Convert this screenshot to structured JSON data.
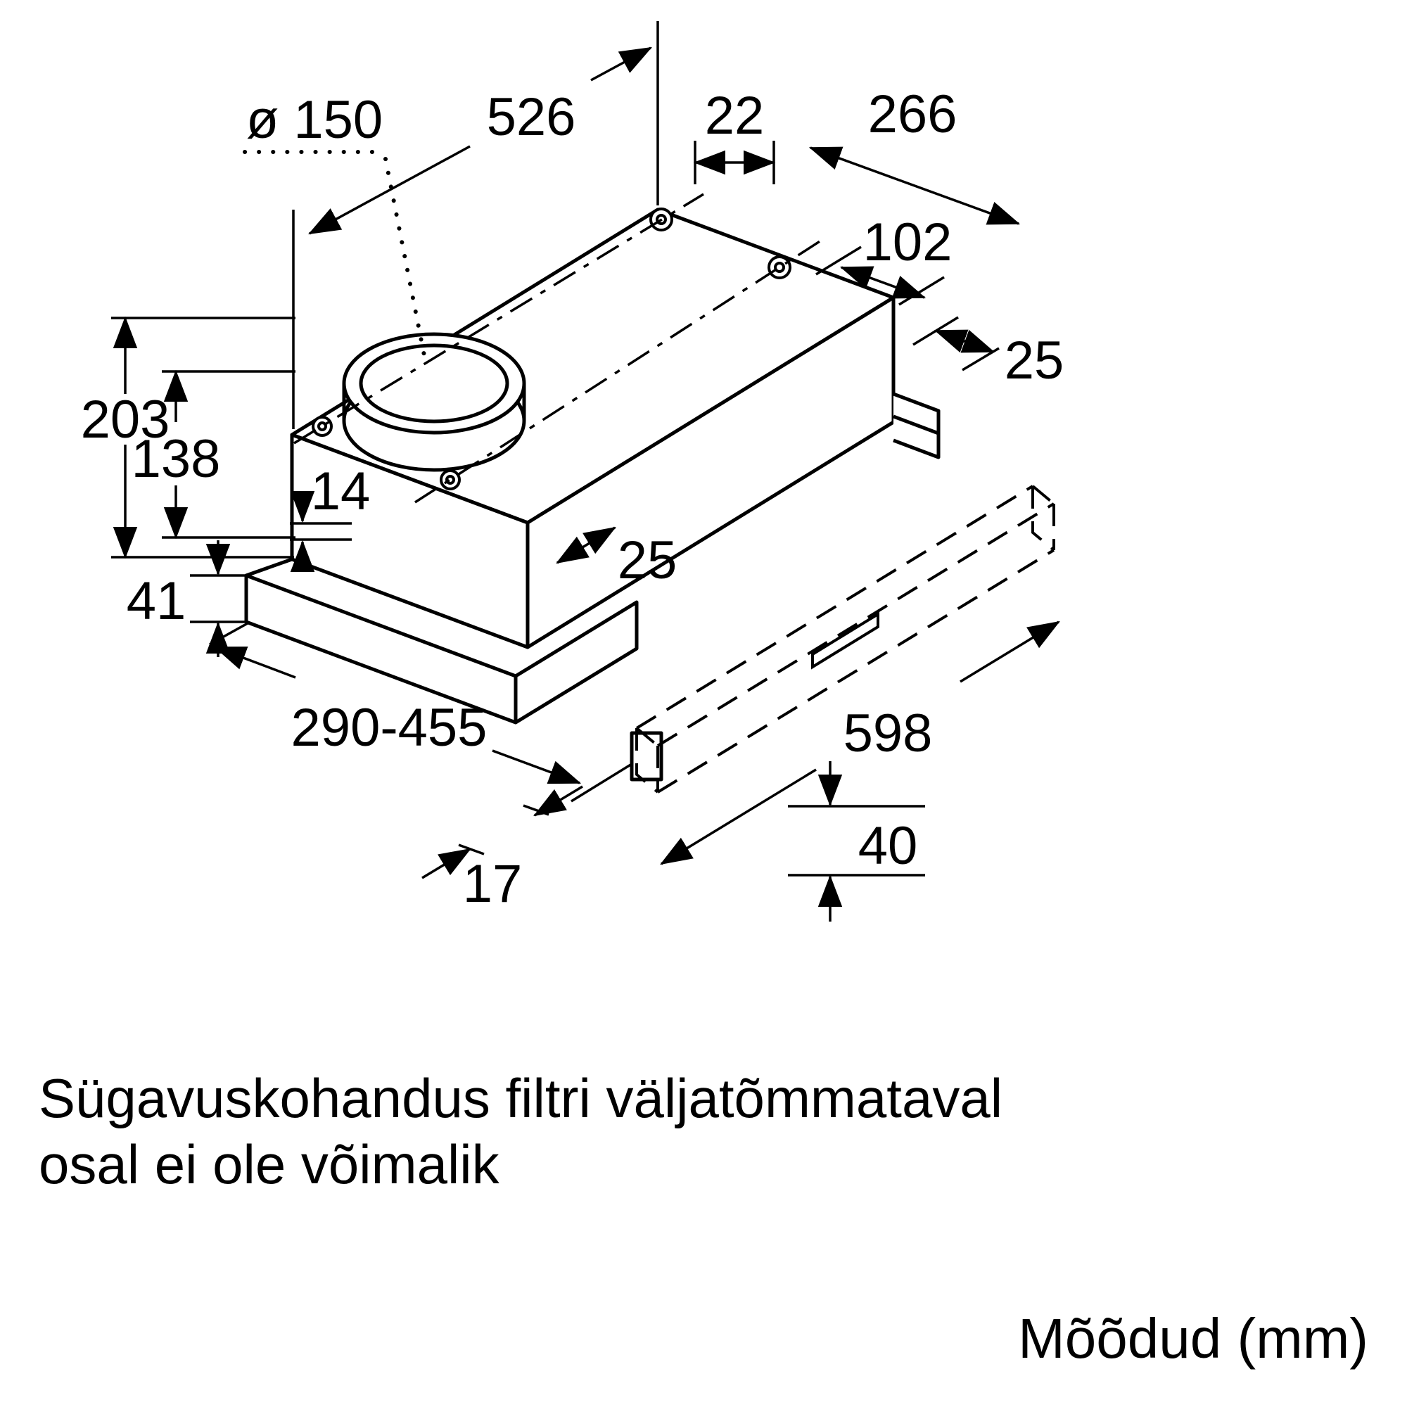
{
  "drawing_type": "appliance-dimension-drawing",
  "dimensions": {
    "duct_diameter": "ø 150",
    "hole_spacing_width": "526",
    "top_offset_22": "22",
    "top_depth_266": "266",
    "hole_spacing_depth_102": "102",
    "side_flange_25": "25",
    "height_total_203": "203",
    "height_body_138": "138",
    "lip_14": "14",
    "front_flange_25": "25",
    "bottom_strip_41": "41",
    "depth_range": "290-455",
    "width_598": "598",
    "panel_gap_17": "17",
    "front_panel_height_40": "40"
  },
  "note": {
    "line1": "Sügavuskohandus filtri väljatõmmataval",
    "line2": "osal ei ole võimalik"
  },
  "units_label": "Mõõdud (mm)",
  "colors": {
    "line": "#000000",
    "background": "#ffffff"
  }
}
